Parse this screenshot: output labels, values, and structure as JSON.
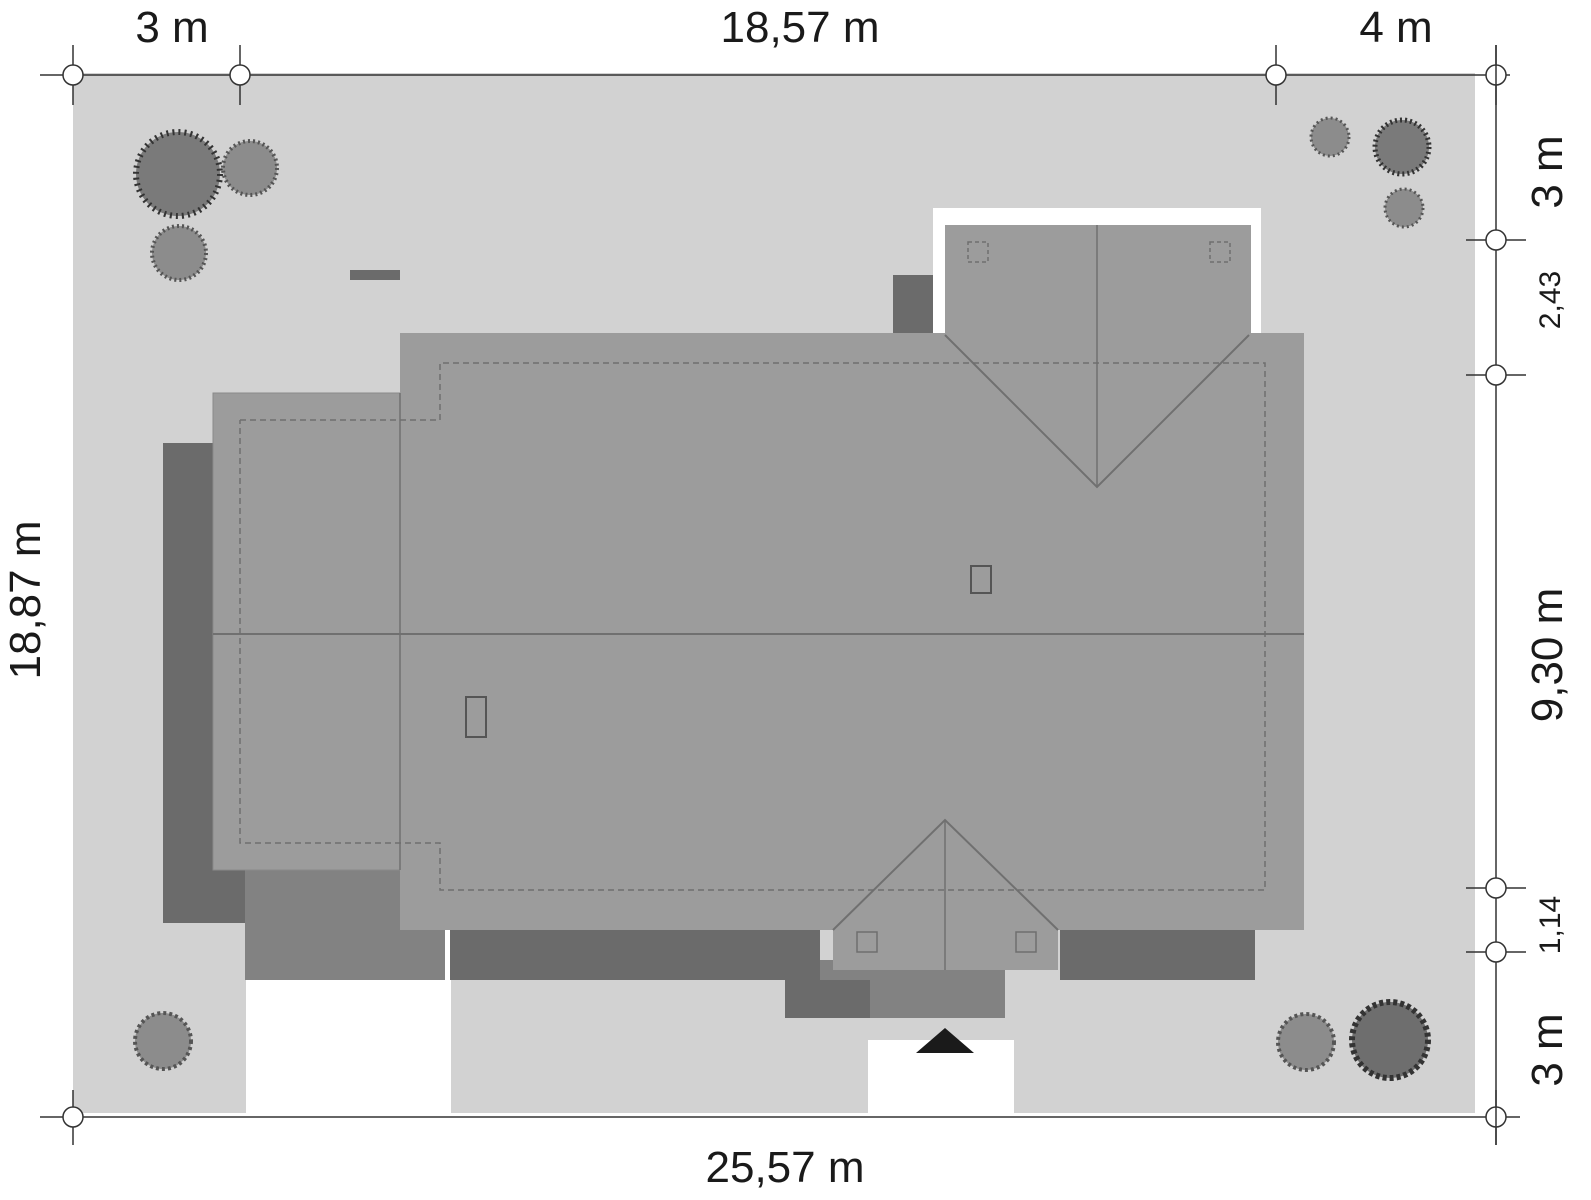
{
  "plot_plan": {
    "dimensions": {
      "top_left_setback": "3 m",
      "top_building_length": "18,57 m",
      "top_right_setback": "4 m",
      "left_plot_depth": "18,87 m",
      "right_back_setback": "3 m",
      "right_annex_depth": "2,43",
      "right_main_depth": "9,30 m",
      "right_porch_depth": "1,14",
      "right_front_setback": "3 m",
      "bottom_plot_width": "25,57 m"
    },
    "entrance_marker": "entrance-arrow",
    "colors": {
      "plot_fill": "#d2d2d2",
      "roof_fill": "#9c9c9c",
      "shadow_dark": "#6b6b6b",
      "shadow_medium": "#828282",
      "tree_fill": "#8a8a8a"
    }
  }
}
